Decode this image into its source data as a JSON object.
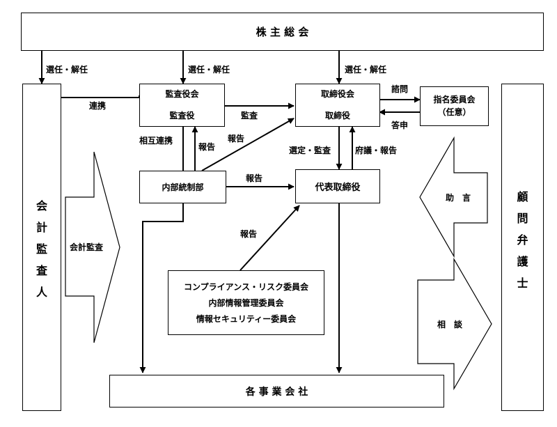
{
  "top_box": "株 主 総 会",
  "bottom_box": "各 事 業 会 社",
  "auditors": [
    "会",
    "計",
    "監",
    "査",
    "人"
  ],
  "lawyers": [
    "顧",
    "問",
    "弁",
    "護",
    "士"
  ],
  "kansayaku_kai": "監査役会",
  "kansayaku": "監査役",
  "torishimariyaku_kai": "取締役会",
  "torishimariyaku": "取締役",
  "nomination_title": "指名委員会",
  "nomination_sub": "（任意）",
  "internal_control": "内部統制部",
  "representative": "代表取締役",
  "committees": [
    "コンプライアンス・リスク委員会",
    "内部情報管理委員会",
    "情報セキュリティー委員会"
  ],
  "labels": {
    "elect_dismiss": "選任・解任",
    "renkei": "連携",
    "audit": "監査",
    "consult_question": "諮問",
    "report_back": "答申",
    "mutual": "相互連携",
    "report": "報告",
    "select_audit": "選定・監査",
    "refer_report": "府議・報告",
    "accounting_audit": "会計監査",
    "advice": "助　言",
    "consultation": "相　談"
  }
}
